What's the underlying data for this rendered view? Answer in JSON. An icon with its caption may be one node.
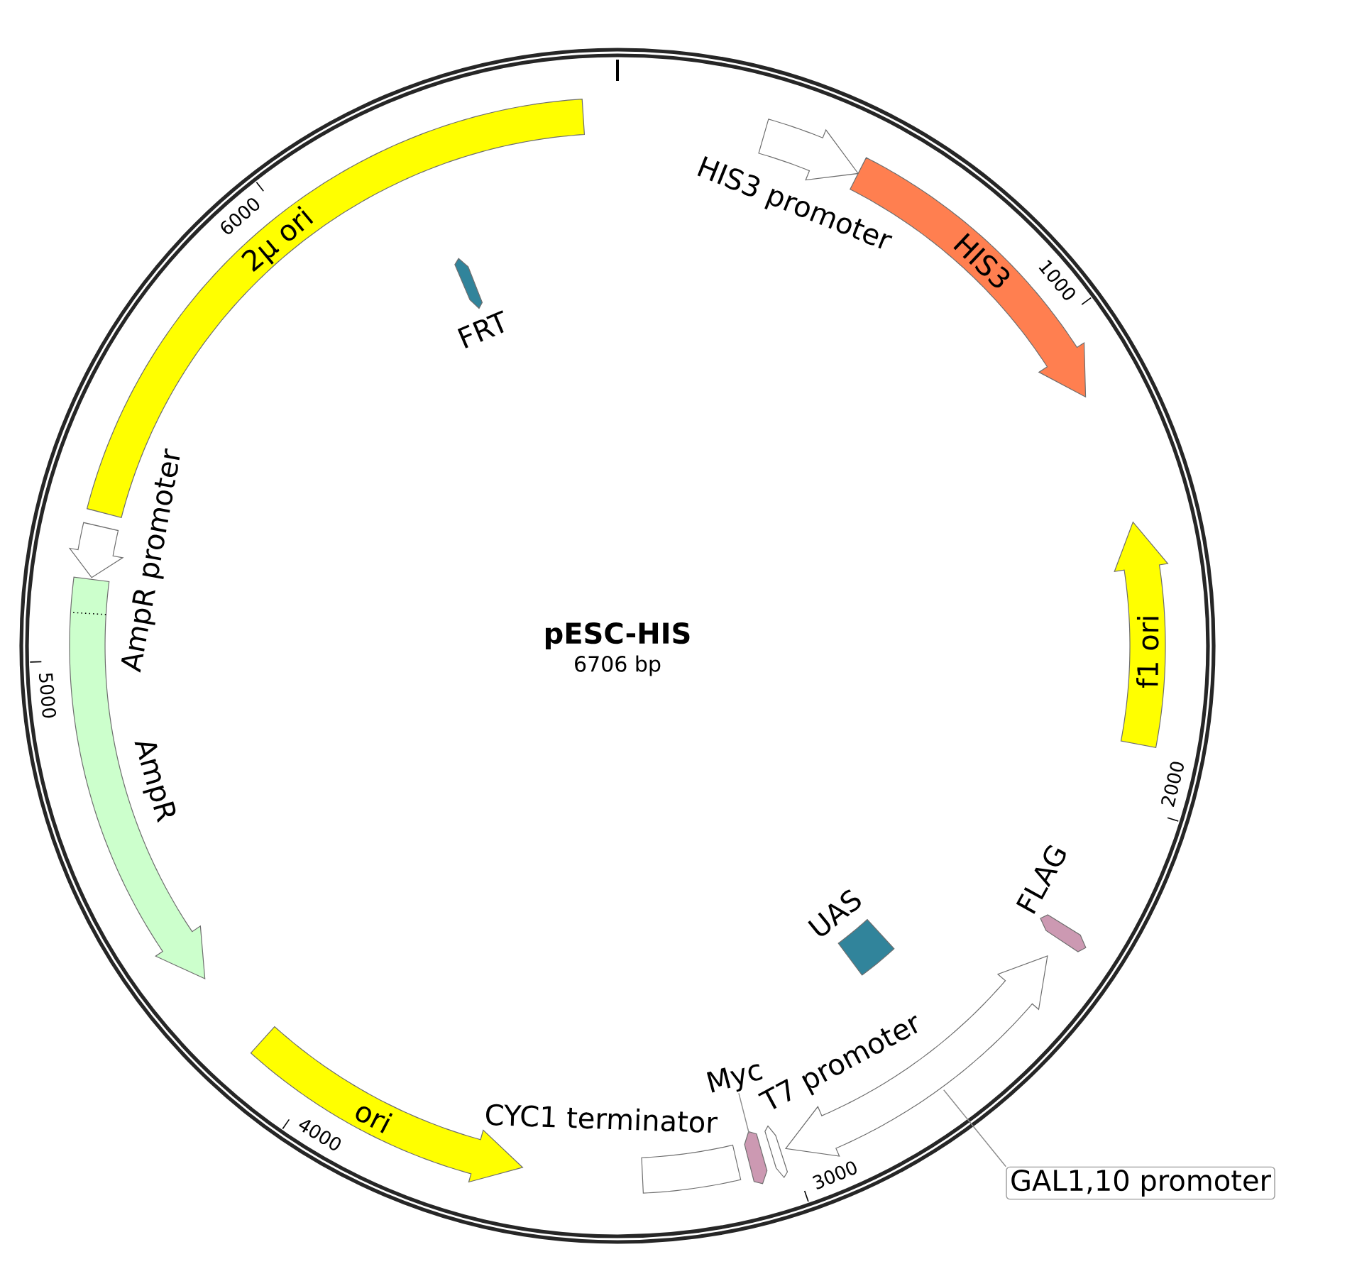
{
  "diagram": {
    "title": "pESC-HIS",
    "nodes": [
      {
        "text": [
          "HIS3 promoter"
        ]
      },
      {
        "text": [
          "HIS3"
        ]
      },
      {
        "text": [
          "f1 ori"
        ]
      },
      {
        "text": [
          "FLAG"
        ]
      },
      {
        "text": [
          "GAL1,10 promoter"
        ]
      },
      {
        "text": [],
        "shape": "arrow"
      },
      {
        "text": [
          "UAS"
        ]
      },
      {
        "text": [
          "T7 promoter"
        ]
      },
      {
        "text": [
          "Myc"
        ]
      },
      {
        "text": [],
        "shape": "arrow"
      },
      {
        "text": [
          "CYC1 terminator"
        ]
      },
      {
        "text": [
          "ori"
        ]
      },
      {
        "text": [
          "AmpR"
        ]
      },
      {
        "text": [
          "AmpR promoter"
        ]
      },
      {
        "text": [
          "2μ ori"
        ]
      },
      {
        "text": [
          "FRT"
        ]
      }
    ],
    "edges": [
      {
        "from": 4,
        "to": 5,
        "arrow": "none"
      },
      {
        "from": 8,
        "to": 9,
        "arrow": "none"
      }
    ],
    "labels": [
      "6706 bp",
      "1000",
      "2000",
      "3000",
      "4000",
      "5000",
      "6000"
    ]
  }
}
